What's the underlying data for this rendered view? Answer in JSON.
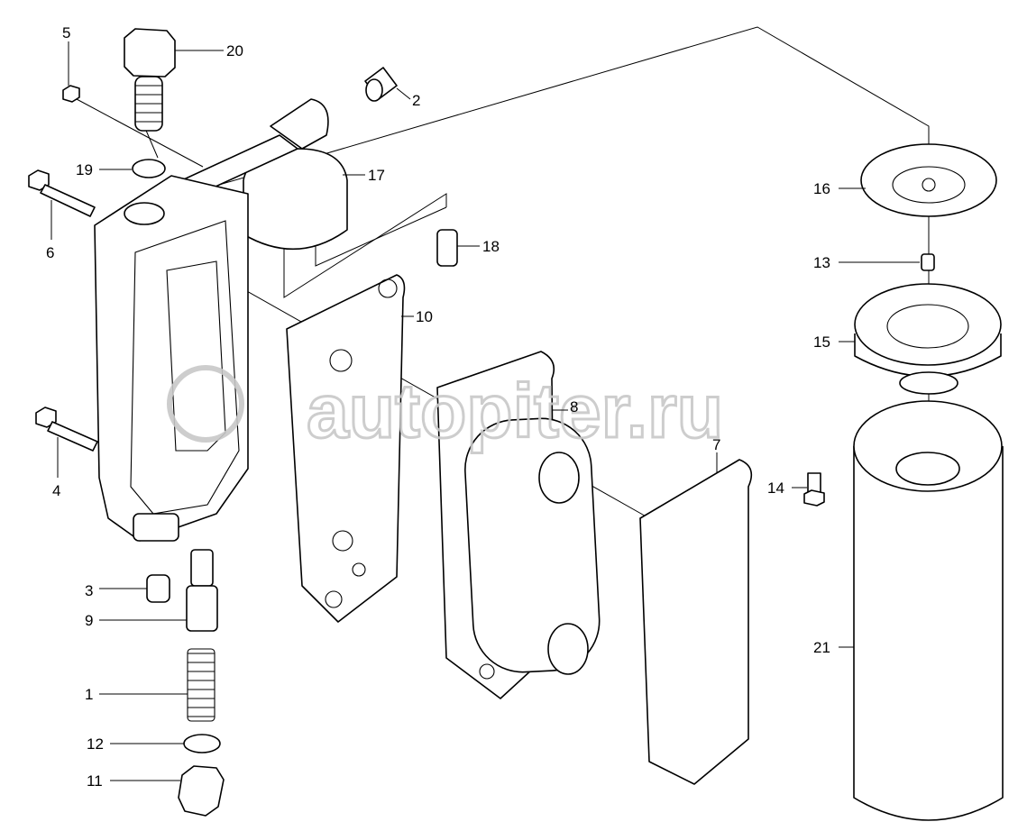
{
  "watermark": "autopiter.ru",
  "callouts": {
    "c1": "1",
    "c2": "2",
    "c3": "3",
    "c4": "4",
    "c5": "5",
    "c6": "6",
    "c7": "7",
    "c8": "8",
    "c9": "9",
    "c10": "10",
    "c11": "11",
    "c12": "12",
    "c13": "13",
    "c14": "14",
    "c15": "15",
    "c16": "16",
    "c17": "17",
    "c18": "18",
    "c19": "19",
    "c20": "20",
    "c21": "21"
  }
}
